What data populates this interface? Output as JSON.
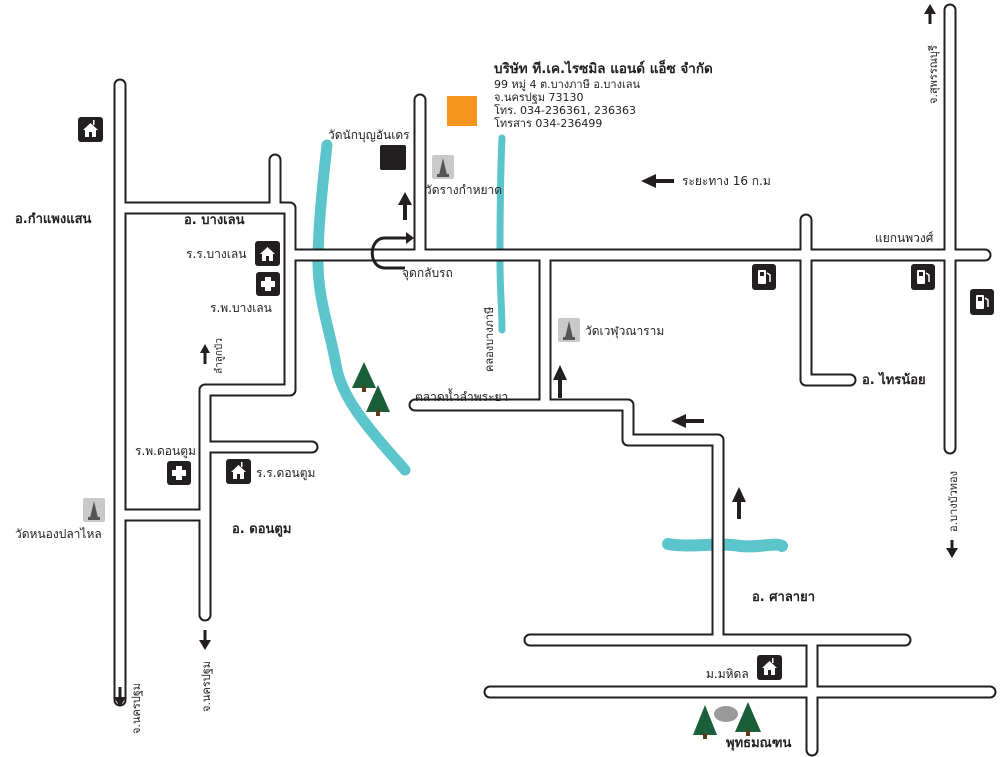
{
  "company": {
    "name": "บริษัท ที.เค.ไรซมิล แอนด์ แอ็ซ จำกัด",
    "address1": "99  หมู่  4  ต.บางภาษี  อ.บางเลน",
    "address2": "จ.นครปฐม  73130",
    "phone": "โทร.   034-236361,  236363",
    "fax": "โทรสาร  034-236499",
    "marker_color": "#f7941d"
  },
  "labels": {
    "ampho_kamphaeng_saen": "อ.กำแพงแสน",
    "ampho_bang_len": "อ. บางเลน",
    "ampho_don_tum": "อ. ดอนตูม",
    "ampho_sai_noi": "อ. ไทรน้อย",
    "ampho_salaya": "อ. ศาลายา",
    "phutthamonthon": "พุทธมณฑน",
    "school_bang_len": "ร.ร.บางเลน",
    "hospital_bang_len": "ร.พ.บางเลน",
    "hospital_don_tum": "ร.พ.ดอนตูม",
    "school_don_tum": "ร.ร.ดอนตูม",
    "wat_nonglapla": "วัดหนองปลาไหล",
    "wat_nakbun": "วัดนักบุญอันเดร",
    "wat_rangkamhyat": "วัดรางกำหยาด",
    "wat_wetsuwanaram": "วัดเวฬุวณาราม",
    "u_turn": "จุดกลับรถ",
    "floating_market": "ตลาดน้ำลำพระยา",
    "khlong_bang_phasi": "คลองบางภาษี",
    "lam_luk_bua": "ลำลูกบัว",
    "distance": "ระยะทาง   16   ก.ม",
    "intersection": "แยกนพวงศ์",
    "mahidol": "ม.มหิดล",
    "to_suphanburi": "จ.สุพรรณบุรี",
    "to_bang_bua_thong": "อ.บางบัวทอง",
    "to_nakhon_pathom_1": "จ.นครปฐม",
    "to_nakhon_pathom_2": "จ.นครปฐม"
  },
  "colors": {
    "road_outline": "#231f20",
    "river": "#5bc5cb",
    "icon_dark": "#231f20",
    "arrow": "#231f20"
  },
  "icons": [
    "school-icon",
    "hospital-icon",
    "temple-icon",
    "gas-station-icon",
    "tree-icon",
    "mountain-icon",
    "building-icon",
    "company-marker-icon"
  ]
}
